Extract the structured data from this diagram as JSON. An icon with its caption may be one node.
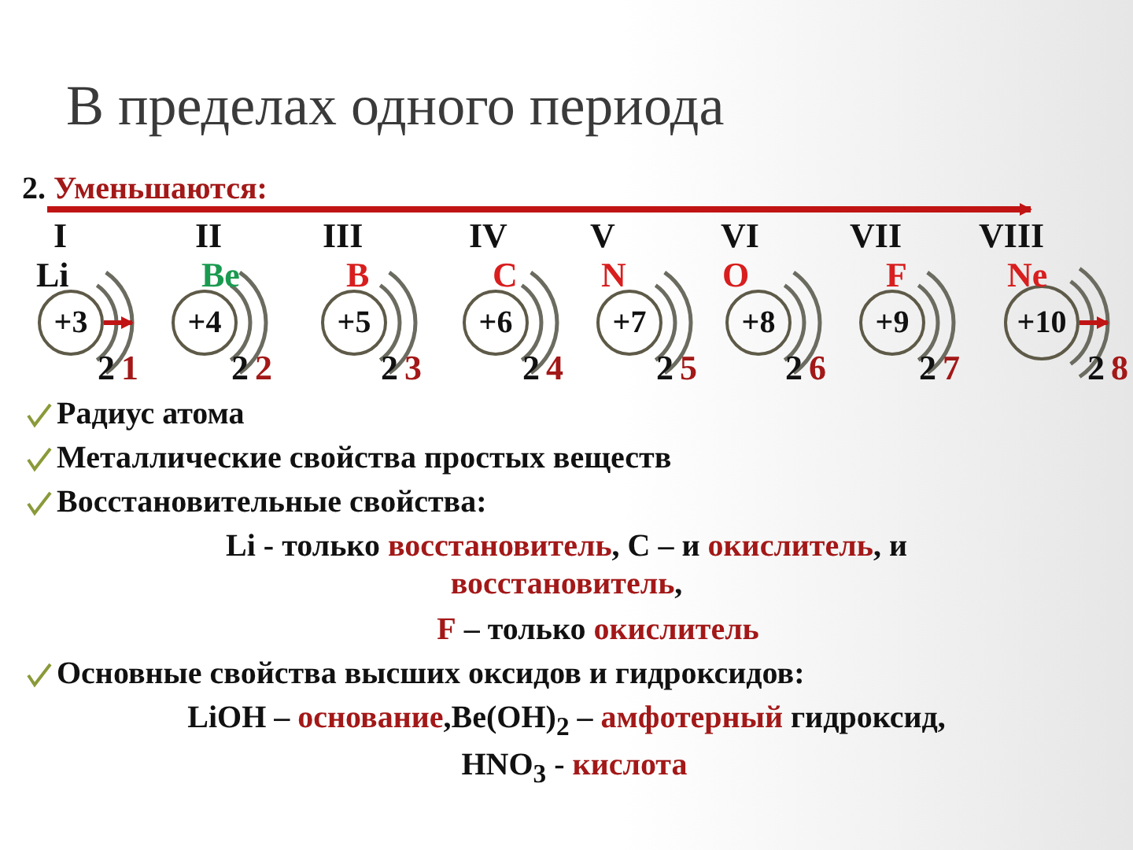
{
  "diagram": {
    "title": "В пределах одного периода",
    "nodes": [
      {
        "text": [
          "+3"
        ],
        "beside": [
          "Li",
          "2",
          "1"
        ]
      },
      {
        "text": [
          "+4"
        ],
        "beside": [
          "Be",
          "2",
          "2"
        ]
      },
      {
        "text": [
          "+5"
        ],
        "beside": [
          "B",
          "2",
          "3"
        ]
      },
      {
        "text": [
          "+6"
        ],
        "beside": [
          "C",
          "2",
          "4"
        ]
      },
      {
        "text": [
          "+7"
        ],
        "beside": [
          "N",
          "2",
          "5"
        ]
      },
      {
        "text": [
          "+8"
        ],
        "beside": [
          "O",
          "2",
          "6"
        ]
      },
      {
        "text": [
          "+9"
        ],
        "beside": [
          "F",
          "2",
          "7"
        ]
      },
      {
        "text": [
          "+10"
        ],
        "beside": [
          "Ne",
          "2",
          "8"
        ]
      }
    ],
    "labels": [
      "2. **Уменьшаются:**",
      "I",
      "II",
      "III",
      "IV",
      "V",
      "VI",
      "VII",
      "VIII",
      "Радиус атома",
      "Металлические свойства простых веществ",
      "Восстановительные свойства:",
      "Li - только **восстановитель**, C – и **окислитель**, и **восстановитель**,",
      "**F** – только **окислитель**",
      "Основные свойства высших оксидов и гидроксидов:",
      "LiOH – **основание**,Be(OH)$_{2}$ – **амфотерный** гидроксид,",
      "HNO$_{3}$ - **кислота**"
    ]
  }
}
